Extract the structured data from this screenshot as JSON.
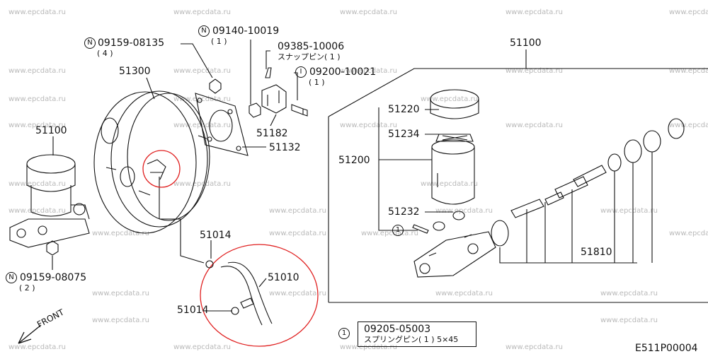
{
  "watermark": "www.epcdata.ru",
  "diagram_code": "E511P00004",
  "front_label": "FRONT",
  "parts": {
    "p51300": "51300",
    "p51100_left": "51100",
    "p51100_right": "51100",
    "p51182": "51182",
    "p51132": "51132",
    "p51014_top": "51014",
    "p51014_bottom": "51014",
    "p51010": "51010",
    "p51220": "51220",
    "p51234": "51234",
    "p51200": "51200",
    "p51232": "51232",
    "p51810": "51810"
  },
  "callouts": {
    "c1": {
      "badge": "N",
      "code": "09159-08135",
      "qty": "( 4 )"
    },
    "c2": {
      "badge": "N",
      "code": "09140-10019",
      "qty": "( 1 )"
    },
    "c3": {
      "code": "09385-10006",
      "note": "スナップピン( 1 )"
    },
    "c4": {
      "badge": "I",
      "code": "09200-10021",
      "qty": "( 1 )"
    },
    "c5": {
      "badge": "N",
      "code": "09159-08075",
      "qty": "( 2 )"
    }
  },
  "legend": {
    "badge": "1",
    "code": "09205-05003",
    "note": "スプリングピン( 1 ) 5×45"
  },
  "colors": {
    "line": "#111111",
    "highlight": "#e02020",
    "watermark": "#b9b9b9"
  }
}
